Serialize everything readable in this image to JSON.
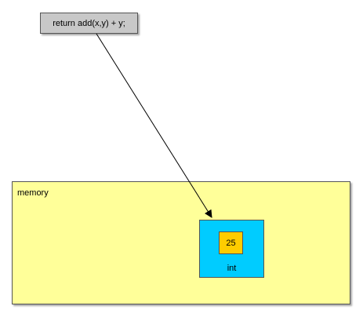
{
  "code": {
    "statement": "return add(x,y) + y;"
  },
  "memory": {
    "label": "memory",
    "variable": {
      "value": "25",
      "type": "int"
    }
  },
  "colors": {
    "code_box": "#c8c8c8",
    "memory_area": "#ffff99",
    "variable_box": "#00ccff",
    "value_box": "#ffcc00",
    "arrow": "#000000"
  }
}
